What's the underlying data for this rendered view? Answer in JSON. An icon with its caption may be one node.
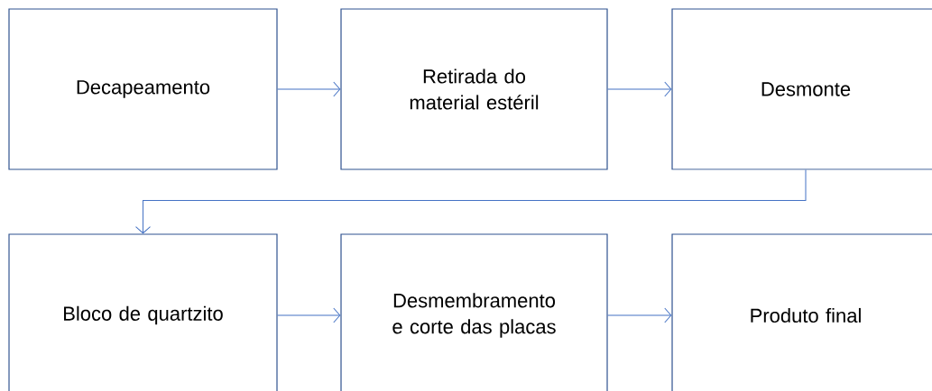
{
  "diagram": {
    "nodes": [
      {
        "text": [
          "Decapeamento"
        ]
      },
      {
        "text": [
          "Retirada do material estéril"
        ]
      },
      {
        "text": [
          "Desmonte"
        ]
      },
      {
        "text": [
          "Bloco de quartzito"
        ]
      },
      {
        "text": [
          "Desmembramento e corte das placas"
        ]
      },
      {
        "text": [
          "Produto final"
        ]
      }
    ],
    "edges": [
      {
        "from": 0,
        "to": 1,
        "arrow": "to"
      },
      {
        "from": 1,
        "to": 2,
        "arrow": "to"
      },
      {
        "from": 2,
        "to": 3,
        "arrow": "to"
      },
      {
        "from": 3,
        "to": 4,
        "arrow": "to"
      },
      {
        "from": 4,
        "to": 5,
        "arrow": "to"
      }
    ]
  }
}
